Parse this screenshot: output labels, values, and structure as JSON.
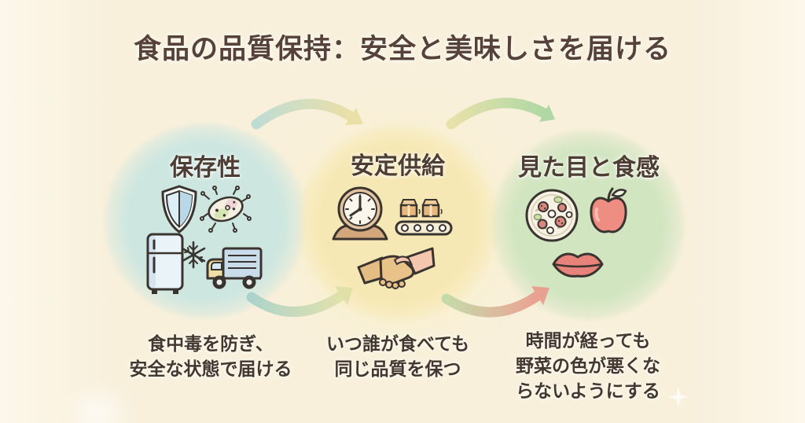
{
  "title": {
    "text": "食品の品質保持：安全と美味しさを届ける"
  },
  "sections": [
    {
      "label": "保存性",
      "caption_lines": [
        "食中毒を防ぎ、",
        "安全な状態で届ける"
      ],
      "circle_color": "#cde6e0",
      "icons": [
        "shield-icon",
        "bacteria-icon",
        "refrigerator-icon",
        "snowflake-icon",
        "delivery-truck-icon"
      ]
    },
    {
      "label": "安定供給",
      "caption_lines": [
        "いつ誰が食べても",
        "同じ品質を保つ"
      ],
      "circle_color": "#f6e8b4",
      "icons": [
        "mantel-clock-icon",
        "conveyor-boxes-icon",
        "handshake-icon"
      ]
    },
    {
      "label": "見た目と食感",
      "caption_lines": [
        "時間が経っても",
        "野菜の色が悪くな",
        "らないようにする"
      ],
      "circle_color": "#d2e5c1",
      "icons": [
        "salad-plate-icon",
        "apple-icon",
        "lips-icon"
      ]
    }
  ],
  "arrows": [
    {
      "name": "arrow-top-left",
      "from_label": "保存性",
      "to_label": "安定供給",
      "gradient": [
        "#b5d9d3",
        "#e9dda0"
      ]
    },
    {
      "name": "arrow-top-right",
      "from_label": "安定供給",
      "to_label": "見た目と食感",
      "gradient": [
        "#e4e0a2",
        "#a4d49b"
      ]
    },
    {
      "name": "arrow-bottom-left",
      "from_label": "保存性",
      "to_label": "安定供給",
      "gradient": [
        "#a3cfc8",
        "#dde0a6"
      ]
    },
    {
      "name": "arrow-bottom-right",
      "from_label": "安定供給",
      "to_label": "見た目と食感",
      "gradient": [
        "#bcd8a4",
        "#eb9486"
      ]
    }
  ],
  "colors": {
    "background": "#f8f0db",
    "title_text": "#57423a",
    "body_text": "#44372e",
    "outline": "#3a3430",
    "apple_red": "#ee8d82",
    "lips_red": "#e7837a"
  }
}
